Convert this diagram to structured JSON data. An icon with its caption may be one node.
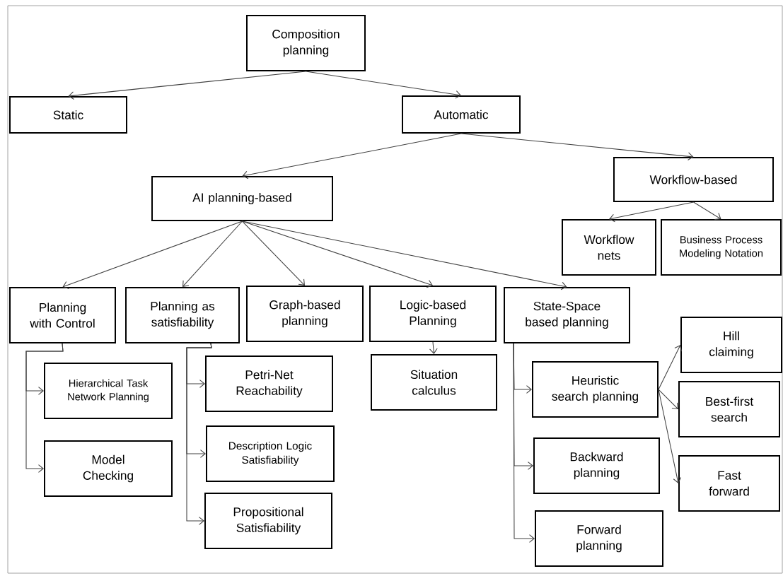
{
  "diagram": {
    "nodes": [
      {
        "text": [
          "Composition planning"
        ]
      },
      {
        "text": [
          "Static"
        ]
      },
      {
        "text": [
          "Automatic"
        ]
      },
      {
        "text": [
          "AI planning-based"
        ]
      },
      {
        "text": [
          "Workflow-based"
        ]
      },
      {
        "text": [
          "Workflow nets"
        ]
      },
      {
        "text": [
          "Business Process Modeling Notation"
        ]
      },
      {
        "text": [
          "Planning with Control"
        ]
      },
      {
        "text": [
          "Planning as satisfiability"
        ]
      },
      {
        "text": [
          "Graph-based planning"
        ]
      },
      {
        "text": [
          "Logic-based Planning"
        ]
      },
      {
        "text": [
          "State-Space based planning"
        ]
      },
      {
        "text": [
          "Hierarchical Task Network Planning"
        ]
      },
      {
        "text": [
          "Model Checking"
        ]
      },
      {
        "text": [
          "Petri-Net Reachability"
        ]
      },
      {
        "text": [
          "Description Logic Satisfiability"
        ]
      },
      {
        "text": [
          "Propositional Satisfiability"
        ]
      },
      {
        "text": [
          "Situation calculus"
        ]
      },
      {
        "text": [
          "Heuristic search planning"
        ]
      },
      {
        "text": [
          "Backward planning"
        ]
      },
      {
        "text": [
          "Forward planning"
        ]
      },
      {
        "text": [
          "Hill claiming"
        ]
      },
      {
        "text": [
          "Best-first search"
        ]
      },
      {
        "text": [
          "Fast forward"
        ]
      }
    ],
    "edges": [
      {
        "from": 0,
        "to": 1,
        "arrow": "to"
      },
      {
        "from": 0,
        "to": 2,
        "arrow": "to"
      },
      {
        "from": 2,
        "to": 3,
        "arrow": "to"
      },
      {
        "from": 2,
        "to": 4,
        "arrow": "to"
      },
      {
        "from": 4,
        "to": 5,
        "arrow": "to"
      },
      {
        "from": 4,
        "to": 6,
        "arrow": "to"
      },
      {
        "from": 3,
        "to": 7,
        "arrow": "to"
      },
      {
        "from": 3,
        "to": 8,
        "arrow": "to"
      },
      {
        "from": 3,
        "to": 9,
        "arrow": "to"
      },
      {
        "from": 3,
        "to": 10,
        "arrow": "to"
      },
      {
        "from": 3,
        "to": 11,
        "arrow": "to"
      },
      {
        "from": 7,
        "to": 12,
        "arrow": "to"
      },
      {
        "from": 7,
        "to": 13,
        "arrow": "to"
      },
      {
        "from": 8,
        "to": 14,
        "arrow": "to"
      },
      {
        "from": 8,
        "to": 15,
        "arrow": "to"
      },
      {
        "from": 8,
        "to": 16,
        "arrow": "to"
      },
      {
        "from": 10,
        "to": 17,
        "arrow": "to"
      },
      {
        "from": 11,
        "to": 18,
        "arrow": "to"
      },
      {
        "from": 11,
        "to": 19,
        "arrow": "to"
      },
      {
        "from": 11,
        "to": 20,
        "arrow": "to"
      },
      {
        "from": 18,
        "to": 21,
        "arrow": "to"
      },
      {
        "from": 18,
        "to": 22,
        "arrow": "to"
      },
      {
        "from": 18,
        "to": 23,
        "arrow": "to"
      }
    ]
  }
}
